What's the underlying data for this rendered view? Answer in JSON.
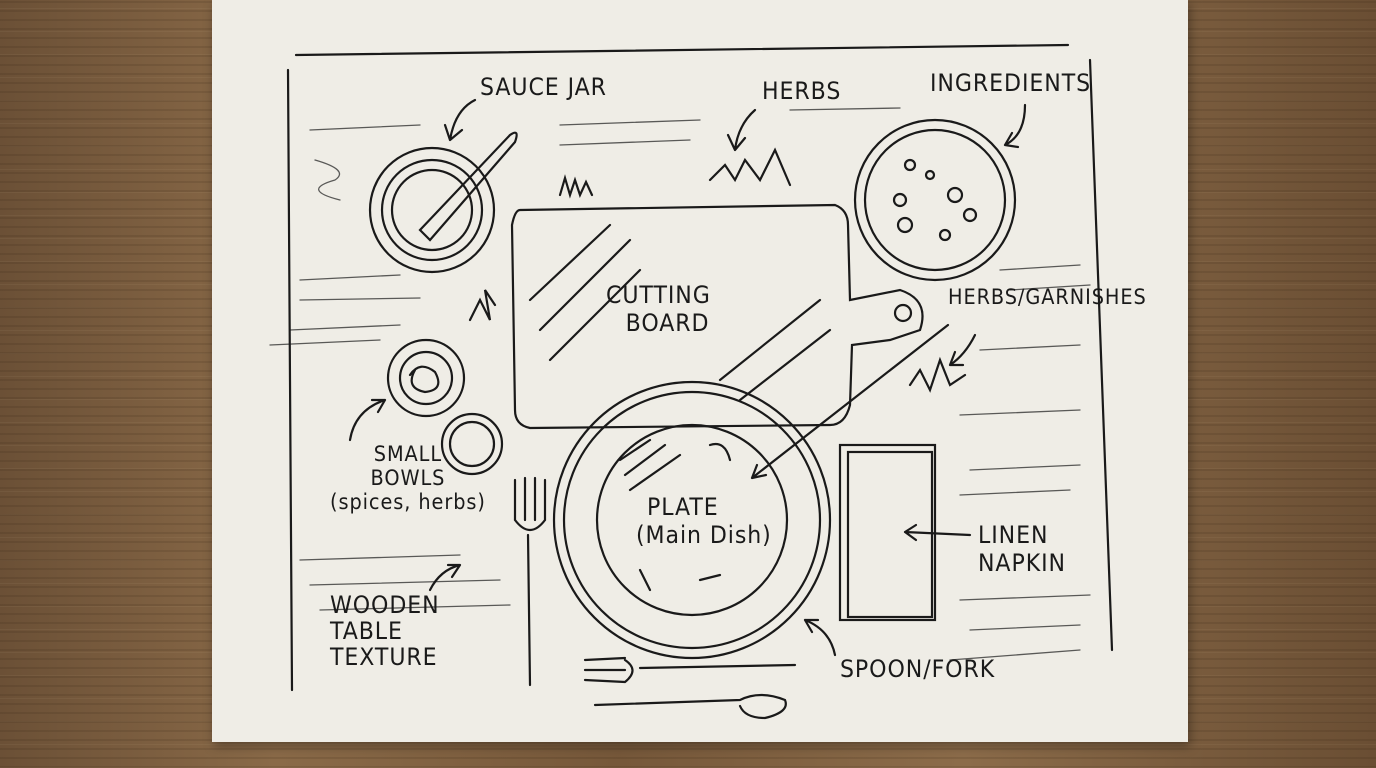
{
  "labels": {
    "sauce_jar": "SAUCE JAR",
    "herbs": "HERBS",
    "ingredients": "INGREDIENTS",
    "cutting_board": [
      "CUTTING",
      "BOARD"
    ],
    "herbs_garnishes": "HERBS/GARNISHES",
    "small_bowls": [
      "SMALL",
      "BOWLS",
      "(spices, herbs)"
    ],
    "plate": [
      "PLATE",
      "(Main Dish)"
    ],
    "linen_napkin": [
      "LINEN",
      "NAPKIN"
    ],
    "wooden_table_texture": [
      "WOODEN",
      "TABLE",
      "TEXTURE"
    ],
    "spoon_fork": "SPOON/FORK"
  },
  "colors": {
    "ink": "#1a1a1a",
    "paper": "#efede6",
    "wood": "#7a5b3d"
  }
}
